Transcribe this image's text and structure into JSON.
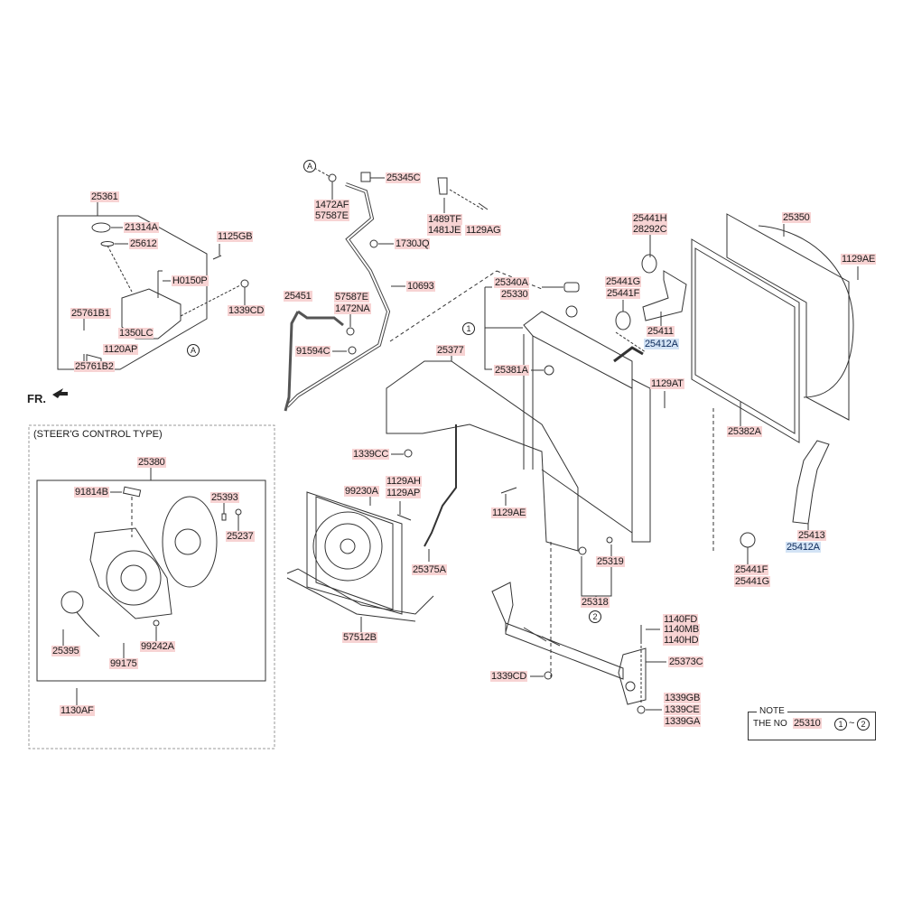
{
  "diagram": {
    "front_marker": "FR.",
    "callouts": {
      "A": "A",
      "one": "1",
      "two": "2"
    },
    "steering_section_title": "(STEER'G CONTROL TYPE)",
    "labels": {
      "p25361": "25361",
      "p21314A": "21314A",
      "p25612": "25612",
      "p1125GB": "1125GB",
      "pH0150P": "H0150P",
      "p1339CD_a": "1339CD",
      "p25761B1": "25761B1",
      "p1350LC": "1350LC",
      "p1120AP": "1120AP",
      "p25761B2": "25761B2",
      "p1472AF": "1472AF",
      "p57587E_a": "57587E",
      "p25345C": "25345C",
      "p1489TF": "1489TF",
      "p1481JE": "1481JE",
      "p1129AG": "1129AG",
      "p1730JQ": "1730JQ",
      "p10693": "10693",
      "p25451": "25451",
      "p57587E_b": "57587E",
      "p1472NA": "1472NA",
      "p91594C": "91594C",
      "p25340A": "25340A",
      "p25330": "25330",
      "p25377": "25377",
      "p25381A": "25381A",
      "p25441H": "25441H",
      "p28292C": "28292C",
      "p25350": "25350",
      "p1129AE_a": "1129AE",
      "p25441G_a": "25441G",
      "p25441F_a": "25441F",
      "p25411": "25411",
      "p25412A_a": "25412A",
      "p1129AT": "1129AT",
      "p25382A": "25382A",
      "p25413": "25413",
      "p25412A_b": "25412A",
      "p25441F_b": "25441F",
      "p25441G_b": "25441G",
      "p25380": "25380",
      "p91814B": "91814B",
      "p25393": "25393",
      "p25237": "25237",
      "p25395": "25395",
      "p99242A": "99242A",
      "p99175": "99175",
      "p1130AF": "1130AF",
      "p1339CC": "1339CC",
      "p1129AH": "1129AH",
      "p1129AP": "1129AP",
      "p99230A": "99230A",
      "p1129AE_b": "1129AE",
      "p25375A": "25375A",
      "p25319": "25319",
      "p25318": "25318",
      "p57512B": "57512B",
      "p1140FD": "1140FD",
      "p1140MB": "1140MB",
      "p1140HD": "1140HD",
      "p25373C": "25373C",
      "p1339CD_b": "1339CD",
      "p1339GB": "1339GB",
      "p1339CE": "1339CE",
      "p1339GA": "1339GA"
    },
    "note": {
      "title": "NOTE",
      "text": "THE NO",
      "part": "25310",
      "range_from": "1",
      "range_sep": "~",
      "range_to": "2"
    }
  },
  "colors": {
    "part_highlight": "#f7d3d3",
    "alt_highlight": "#d3e3f5",
    "line": "#333333"
  }
}
